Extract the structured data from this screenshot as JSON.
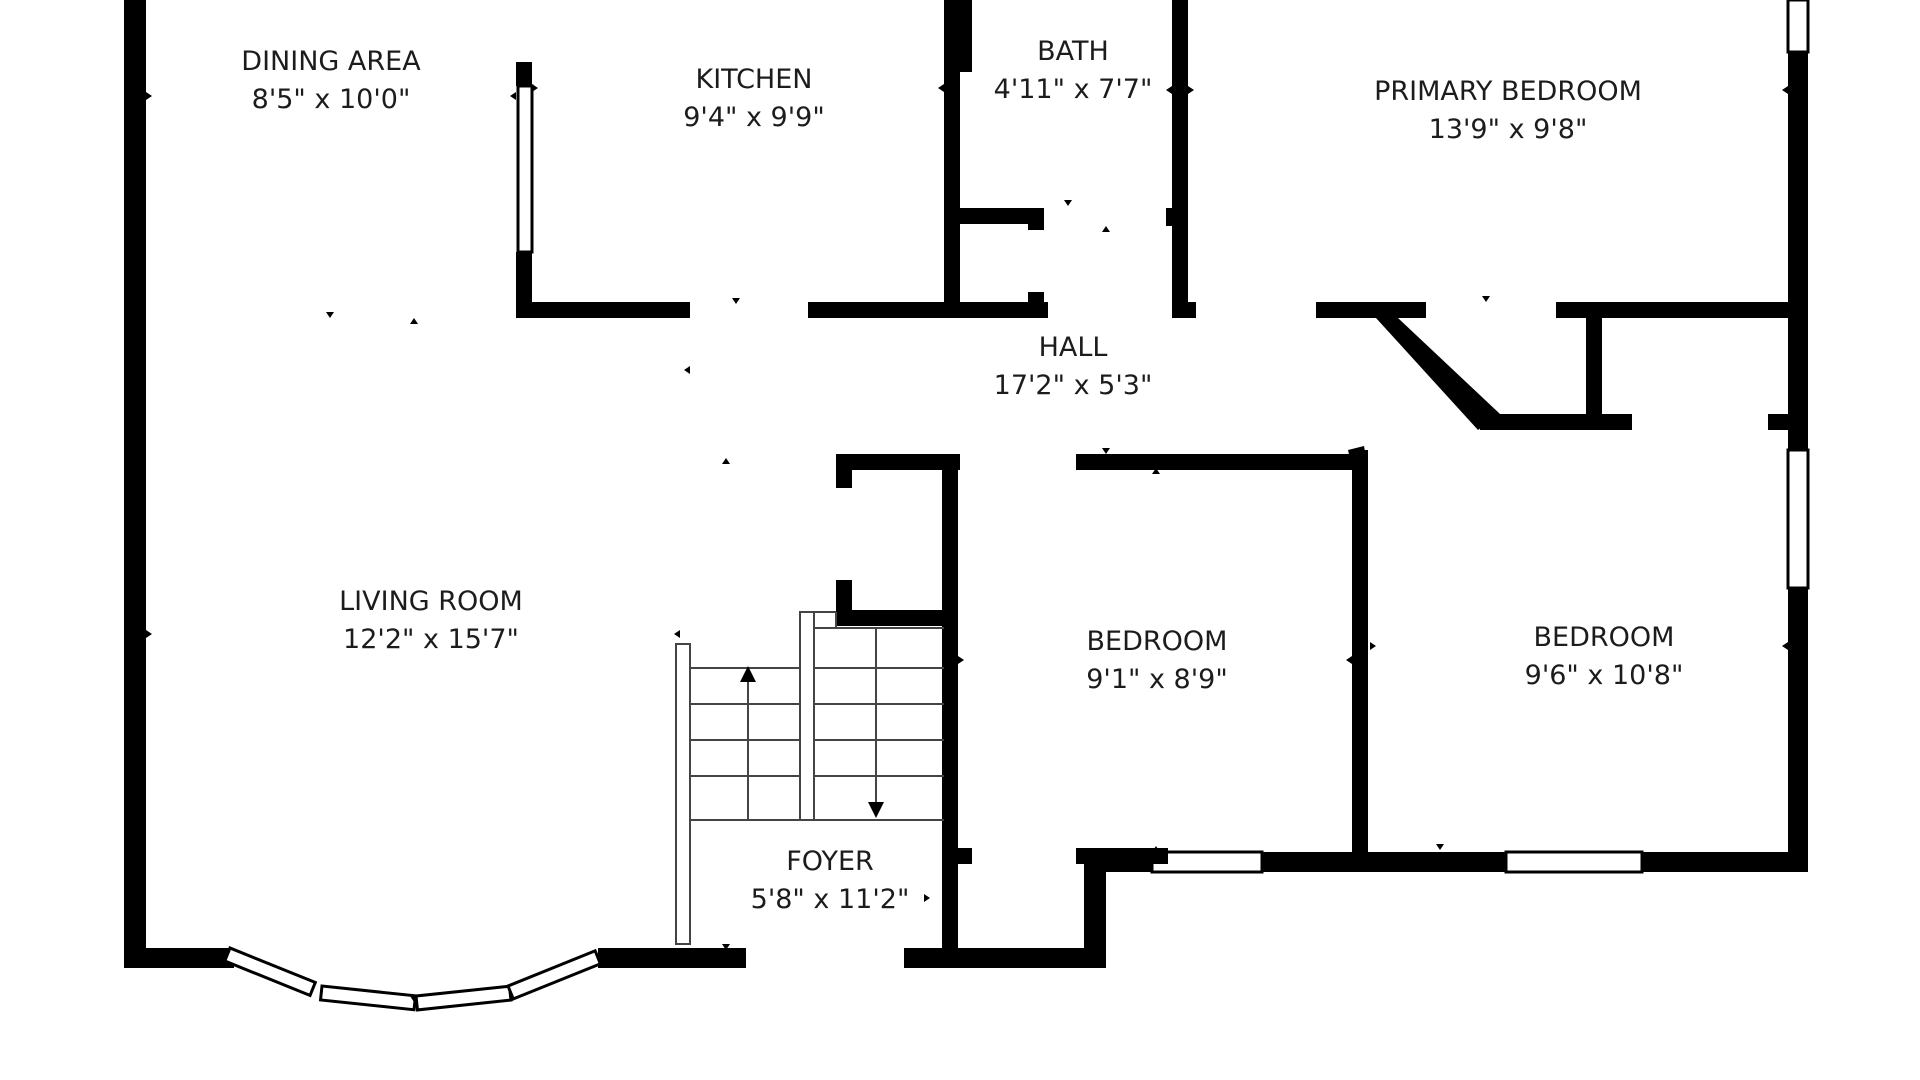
{
  "rooms": {
    "dining": {
      "name": "DINING AREA",
      "dims": "8'5\" x 10'0\""
    },
    "kitchen": {
      "name": "KITCHEN",
      "dims": "9'4\" x 9'9\""
    },
    "bath": {
      "name": "BATH",
      "dims": "4'11\" x 7'7\""
    },
    "primary": {
      "name": "PRIMARY BEDROOM",
      "dims": "13'9\" x 9'8\""
    },
    "hall": {
      "name": "HALL",
      "dims": "17'2\" x 5'3\""
    },
    "living": {
      "name": "LIVING ROOM",
      "dims": "12'2\" x 15'7\""
    },
    "bedroom1": {
      "name": "BEDROOM",
      "dims": "9'1\" x 8'9\""
    },
    "bedroom2": {
      "name": "BEDROOM",
      "dims": "9'6\" x 10'8\""
    },
    "foyer": {
      "name": "FOYER",
      "dims": "5'8\" x 11'2\""
    }
  },
  "colors": {
    "wall": "#000000",
    "text": "#1c1c1c",
    "background": "#ffffff"
  }
}
